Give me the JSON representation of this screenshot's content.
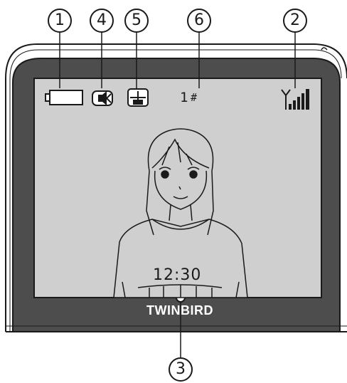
{
  "callouts": {
    "c1": "1",
    "c2": "2",
    "c3": "3",
    "c4": "4",
    "c5": "5",
    "c6": "6"
  },
  "screen": {
    "camera_number": "1",
    "camera_suffix": "#",
    "time": "12:30"
  },
  "brand": {
    "text": "TWINBIRD"
  },
  "icons": {
    "battery": "battery-icon",
    "speaker": "speaker-icon",
    "recording": "recording-icon",
    "signal": "signal-strength-icon",
    "face": "person-portrait"
  }
}
